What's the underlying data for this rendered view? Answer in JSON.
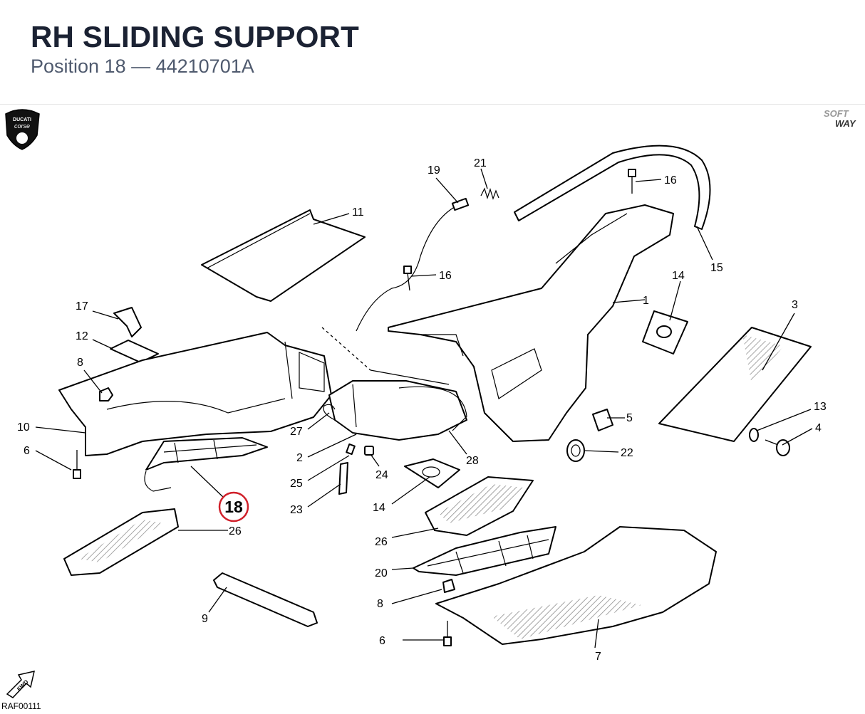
{
  "header": {
    "title": "RH SLIDING SUPPORT",
    "subtitle": "Position 18 — 44210701A"
  },
  "logos": {
    "brand_top": "DUCATI",
    "brand_bottom": "corse",
    "softway_top": "SOFT",
    "softway_bottom": "WAY",
    "fwd": "FWD"
  },
  "highlight": {
    "label": "18",
    "ring_color": "#d0202a"
  },
  "callouts": [
    "1",
    "2",
    "3",
    "4",
    "5",
    "6",
    "6",
    "7",
    "8",
    "8",
    "9",
    "10",
    "11",
    "12",
    "13",
    "14",
    "14",
    "15",
    "16",
    "16",
    "17",
    "19",
    "20",
    "21",
    "22",
    "23",
    "24",
    "25",
    "26",
    "26",
    "27",
    "28"
  ],
  "drawing_code": "RAF00111"
}
